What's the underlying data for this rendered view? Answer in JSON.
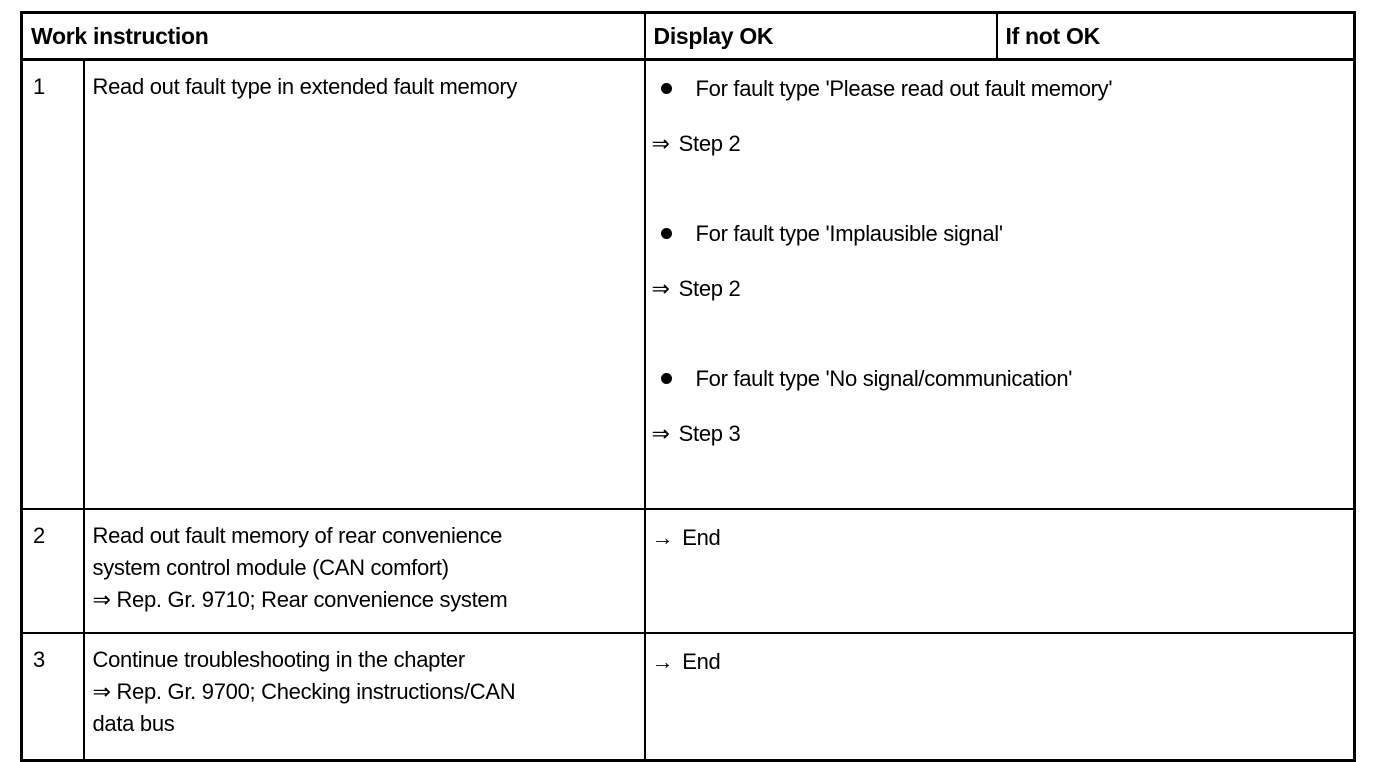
{
  "glyphs": {
    "bullet": "•",
    "double_arrow": "⇒",
    "right_arrow": "→"
  },
  "table": {
    "headers": {
      "work_instruction": "Work instruction",
      "display_ok": "Display OK",
      "if_not_ok": "If not OK"
    },
    "rows": [
      {
        "step": "1",
        "instruction_lines": [
          "Read out fault type in extended fault memory"
        ],
        "display_ok_items": [
          {
            "condition": "For fault type 'Please read out fault memory'",
            "action": "Step 2"
          },
          {
            "condition": "For fault type 'Implausible signal'",
            "action": "Step 2"
          },
          {
            "condition": "For fault type 'No signal/communication'",
            "action": "Step 3"
          }
        ]
      },
      {
        "step": "2",
        "instruction_lines": [
          "Read out fault memory of rear convenience",
          "system control module (CAN comfort)",
          "⇒ Rep. Gr. 9710; Rear convenience system"
        ],
        "display_ok_action": "End"
      },
      {
        "step": "3",
        "instruction_lines": [
          "Continue troubleshooting in the chapter",
          "⇒ Rep. Gr. 9700; Checking instructions/CAN",
          "data bus"
        ],
        "display_ok_action": "End"
      }
    ]
  }
}
